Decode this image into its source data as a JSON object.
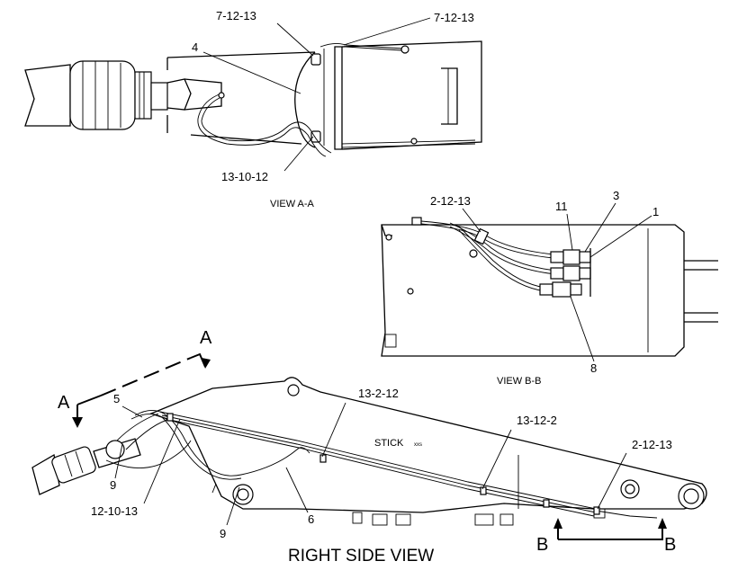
{
  "view_a": {
    "title": "VIEW  A-A",
    "callouts": {
      "top_left": "7-12-13",
      "top_right": "7-12-13",
      "item_4": "4",
      "bottom": "13-10-12"
    }
  },
  "view_b": {
    "title": "VIEW  B-B",
    "callouts": {
      "clamp": "2-12-13",
      "item_11": "11",
      "item_3": "3",
      "item_1": "1",
      "item_8": "8"
    }
  },
  "side_view": {
    "title": "RIGHT SIDE VIEW",
    "stick_label": "STICK",
    "stick_sub": "xxs",
    "section_a_left": "A",
    "section_a_right": "A",
    "section_b_left": "B",
    "section_b_right": "B",
    "callouts": {
      "item_5": "5",
      "c_13_2_12": "13-2-12",
      "c_13_12_2": "13-12-2",
      "c_2_12_13": "2-12-13",
      "item_9_left": "9",
      "c_12_10_13": "12-10-13",
      "item_9_mid": "9",
      "item_6": "6"
    }
  }
}
